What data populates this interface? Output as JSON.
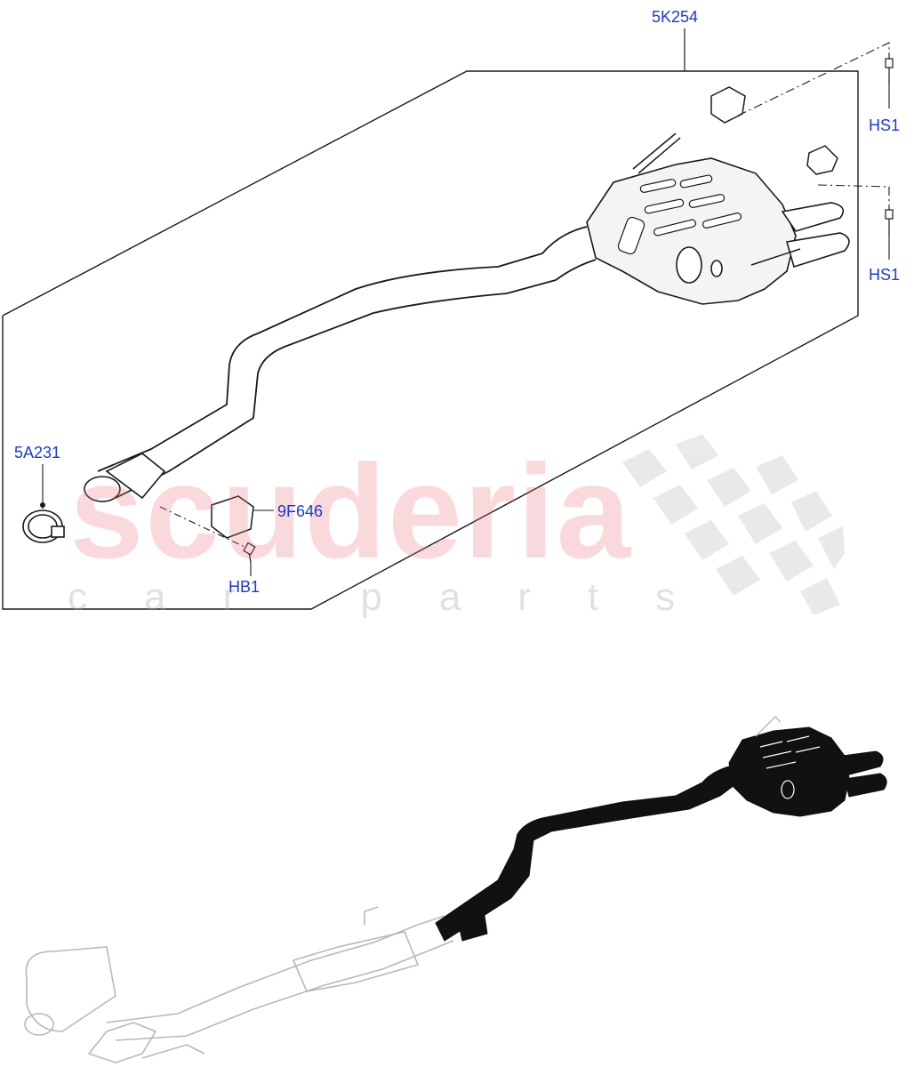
{
  "callouts": {
    "exhaust_assembly": "5K254",
    "clamp": "5A231",
    "actuator": "9F646",
    "bolt": "HB1",
    "hanger_stud_upper": "HS1",
    "hanger_stud_lower": "HS1"
  },
  "watermark": {
    "brand": "scuderia",
    "tagline": "car parts"
  },
  "colors": {
    "callout_text": "#1a3cc8",
    "line": "#1a1a1a",
    "highlight_part": "#111111",
    "ghost_part": "#b8b8b8",
    "watermark_brand": "#eb7882",
    "watermark_flag": "#d8d8d8"
  }
}
